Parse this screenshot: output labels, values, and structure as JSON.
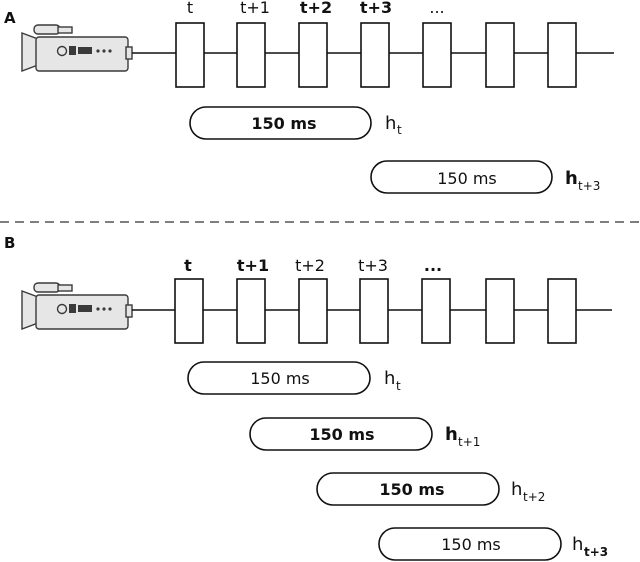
{
  "panels": [
    {
      "label": "A",
      "frame_labels": [
        {
          "text": "t",
          "bold": false
        },
        {
          "text": "t+1",
          "bold": false
        },
        {
          "text": "t+2",
          "bold": true
        },
        {
          "text": "t+3",
          "bold": true
        },
        {
          "text": "...",
          "bold": false
        }
      ],
      "windows": [
        {
          "duration": "150 ms",
          "h": "h",
          "sub": "t",
          "h_bold": false,
          "bold_text": true
        },
        {
          "duration": "150 ms",
          "h": "h",
          "sub": "t+3",
          "h_bold": true,
          "bold_text": false
        }
      ]
    },
    {
      "label": "B",
      "frame_labels": [
        {
          "text": "t",
          "bold": true
        },
        {
          "text": "t+1",
          "bold": true
        },
        {
          "text": "t+2",
          "bold": false
        },
        {
          "text": "t+3",
          "bold": false
        },
        {
          "text": "...",
          "bold": true
        }
      ],
      "windows": [
        {
          "duration": "150 ms",
          "h": "h",
          "sub": "t",
          "h_bold": false,
          "bold_text": false
        },
        {
          "duration": "150 ms",
          "h": "h",
          "sub": "t+1",
          "h_bold": true,
          "bold_text": true
        },
        {
          "duration": "150 ms",
          "h": "h",
          "sub": "t+2",
          "h_bold": false,
          "bold_text": true
        },
        {
          "duration": "150 ms",
          "h": "h",
          "sub": "t+3",
          "h_bold": false,
          "bold_text": false
        }
      ]
    }
  ],
  "icons": [
    "video-camera-icon"
  ]
}
